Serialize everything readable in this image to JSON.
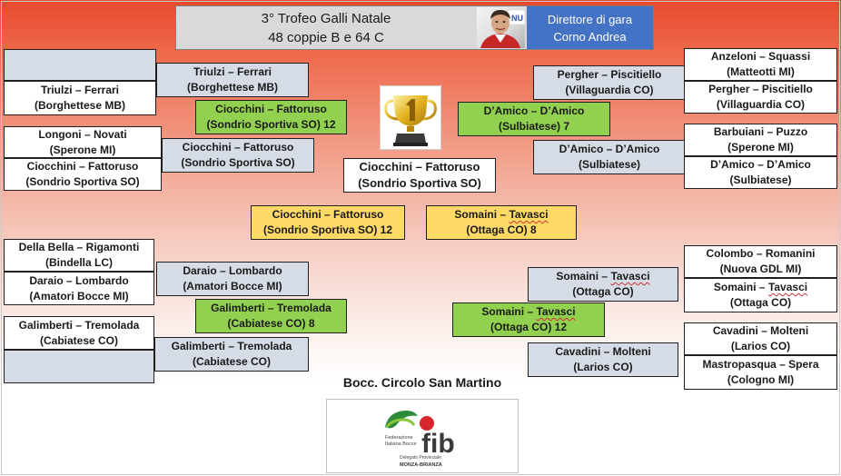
{
  "header": {
    "title_line1": "3° Trofeo Galli Natale",
    "title_line2": "48 coppie B e 64 C",
    "director_label": "Direttore di gara",
    "director_name": "Corno Andrea"
  },
  "venue": "Bocc. Circolo San Martino",
  "logo": {
    "acronym": "fib",
    "line1": "Federazione",
    "line2": "Italiana Bocce",
    "line3": "Delegato Provinciale",
    "line4": "MONZA-BRIANZA"
  },
  "left_r1": [
    {
      "team": "",
      "club": ""
    },
    {
      "team": "Triulzi – Ferrari",
      "club": "(Borghettese MB)"
    },
    {
      "team": "Longoni – Novati",
      "club": "(Sperone MI)"
    },
    {
      "team": "Ciocchini – Fattoruso",
      "club": "(Sondrio Sportiva SO)"
    },
    {
      "team": "Della Bella – Rigamonti",
      "club": "(Bindella LC)"
    },
    {
      "team": "Daraio – Lombardo",
      "club": "(Amatori Bocce MI)"
    },
    {
      "team": "Galimberti – Tremolada",
      "club": "(Cabiatese CO)"
    },
    {
      "team": "",
      "club": ""
    }
  ],
  "left_r2": [
    {
      "team": "Triulzi – Ferrari",
      "club": "(Borghettese MB)"
    },
    {
      "team": "Ciocchini – Fattoruso",
      "club": "(Sondrio Sportiva SO)"
    },
    {
      "team": "Daraio – Lombardo",
      "club": "(Amatori Bocce MI)"
    },
    {
      "team": "Galimberti – Tremolada",
      "club": "(Cabiatese CO)"
    }
  ],
  "left_r3": [
    {
      "team": "Ciocchini – Fattoruso",
      "club": "(Sondrio Sportiva SO)  12"
    },
    {
      "team": "Galimberti – Tremolada",
      "club": "(Cabiatese CO)  8"
    }
  ],
  "left_semi": {
    "team": "Ciocchini – Fattoruso",
    "club": "(Sondrio Sportiva SO)  12"
  },
  "right_r1": [
    {
      "team": "Anzeloni – Squassi",
      "club": "(Matteotti MI)"
    },
    {
      "team": "Pergher – Piscitiello",
      "club": "(Villaguardia CO)"
    },
    {
      "team": "Barbuiani – Puzzo",
      "club": "(Sperone MI)"
    },
    {
      "team": "D’Amico – D’Amico",
      "club": "(Sulbiatese)"
    },
    {
      "team": "Colombo – Romanini",
      "club": "(Nuova GDL MI)"
    },
    {
      "team_a": "Somaini – ",
      "team_b": "Tavasci",
      "club": "(Ottaga CO)"
    },
    {
      "team": "Cavadini – Molteni",
      "club": "(Larios CO)"
    },
    {
      "team": "Mastropasqua – Spera",
      "club": "(Cologno MI)"
    }
  ],
  "right_r2": [
    {
      "team": "Pergher – Piscitiello",
      "club": "(Villaguardia CO)"
    },
    {
      "team": "D’Amico – D’Amico",
      "club": "(Sulbiatese)"
    },
    {
      "team_a": "Somaini – ",
      "team_b": "Tavasci",
      "club": "(Ottaga CO)"
    },
    {
      "team": "Cavadini – Molteni",
      "club": "(Larios CO)"
    }
  ],
  "right_r3": [
    {
      "team": "D’Amico – D’Amico",
      "club": "(Sulbiatese)  7"
    },
    {
      "team_a": "Somaini – ",
      "team_b": "Tavasci",
      "club": "(Ottaga CO)  12"
    }
  ],
  "right_semi": {
    "team_a": "Somaini – ",
    "team_b": "Tavasci",
    "club": "(Ottaga CO)  8"
  },
  "final": {
    "team": "Ciocchini – Fattoruso",
    "club": "(Sondrio Sportiva SO)"
  },
  "colors": {
    "winner_green": "#92d050",
    "semi_yellow": "#ffd966",
    "pending_gray": "#d6dce5",
    "director_blue": "#4472c4"
  }
}
